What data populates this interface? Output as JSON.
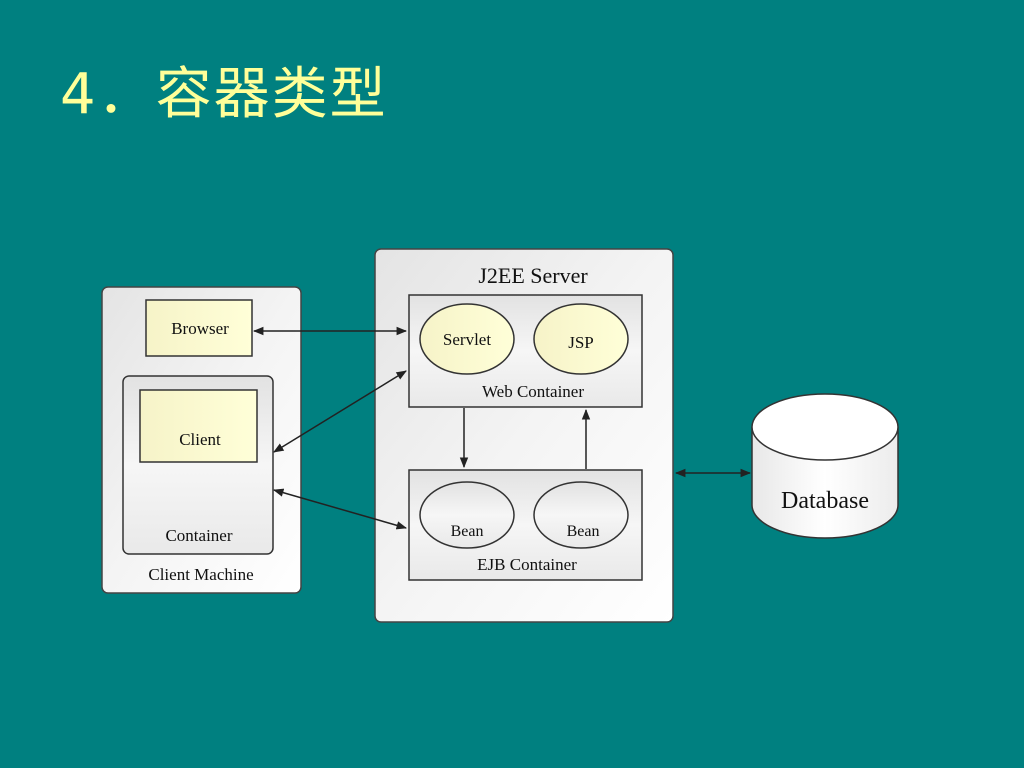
{
  "slide": {
    "title": "4．容器类型"
  },
  "diagram": {
    "j2ee_server": "J2EE Server",
    "web_container": "Web Container",
    "servlet": "Servlet",
    "jsp": "JSP",
    "ejb_container": "EJB Container",
    "bean_1": "Bean",
    "bean_2": "Bean",
    "client_machine": "Client Machine",
    "browser": "Browser",
    "client": "Client",
    "container": "Container",
    "database": "Database"
  },
  "colors": {
    "background": "#008080",
    "title": "#ffff99",
    "yellow_fill": "#ffffcc",
    "line": "#222222"
  }
}
